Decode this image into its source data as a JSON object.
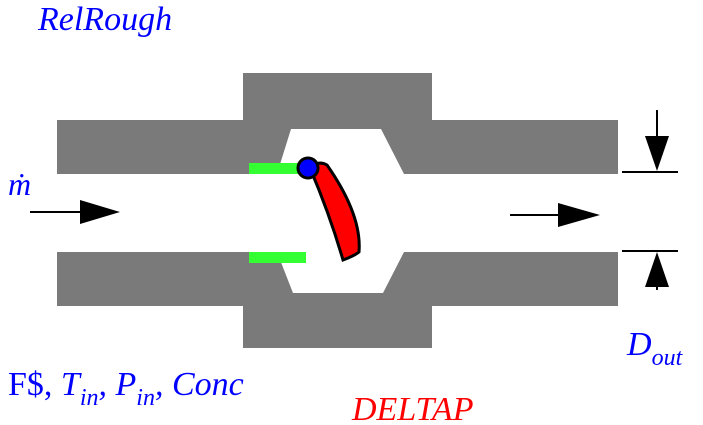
{
  "labels": {
    "rel_rough": "RelRough",
    "mdot": "ṁ",
    "inputs_prefix": "F$, ",
    "t": "T",
    "t_sub": "in",
    "sep1": ", ",
    "p": "P",
    "p_sub": "in",
    "sep2": ", ",
    "conc": "Conc",
    "d": "D",
    "d_sub": "out",
    "deltap": "DELTAP"
  },
  "colors": {
    "pipe": "#7a7a7a",
    "label_blue": "#0000ff",
    "deltap_red": "#ff0000",
    "flap": "#ff0000",
    "pivot": "#0000ff",
    "seat": "#33ff33"
  }
}
